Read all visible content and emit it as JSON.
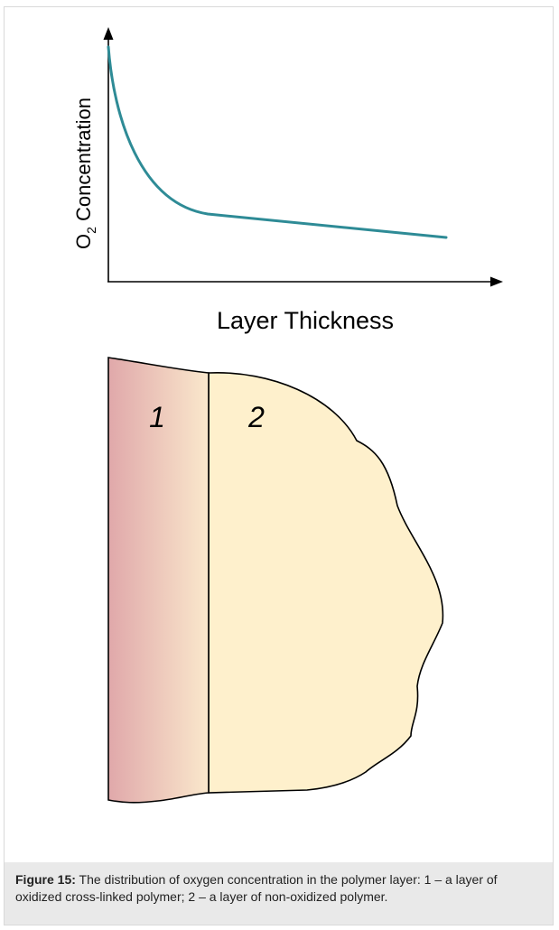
{
  "diagram": {
    "ylabel_main": "O",
    "ylabel_sub": "2",
    "ylabel_rest": " Concentration",
    "xlabel": "Layer Thickness",
    "layer1_label": "1",
    "layer2_label": "2"
  },
  "caption": {
    "label": "Figure 15:",
    "text": " The distribution of oxygen concentration in the polymer layer: 1 – a layer of oxidized cross-linked polymer; 2 – a layer of non-oxidized polymer."
  },
  "colors": {
    "curve": "#2e8b96",
    "axis": "#000000",
    "layer1_dark": "#e0a8aa",
    "layer1_light": "#fae8cc",
    "layer2_fill": "#fef0cc",
    "caption_bg": "#e9e9e9"
  }
}
